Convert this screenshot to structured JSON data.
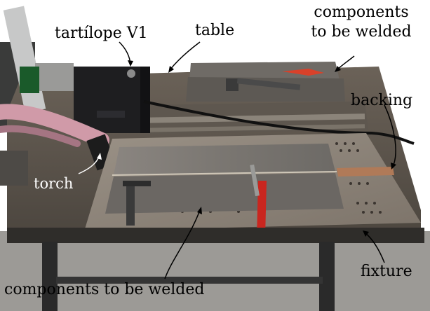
{
  "annotations": {
    "tartilope": "tartílope V1",
    "table": "table",
    "components_top_line1": "components",
    "components_top_line2": "to be welded",
    "backing": "backing",
    "torch": "torch",
    "fixture": "fixture",
    "components_bottom": "components to be welded"
  },
  "colors": {
    "background": "#ffffff",
    "label_text": "#000000",
    "torch_label": "#ffffff"
  }
}
